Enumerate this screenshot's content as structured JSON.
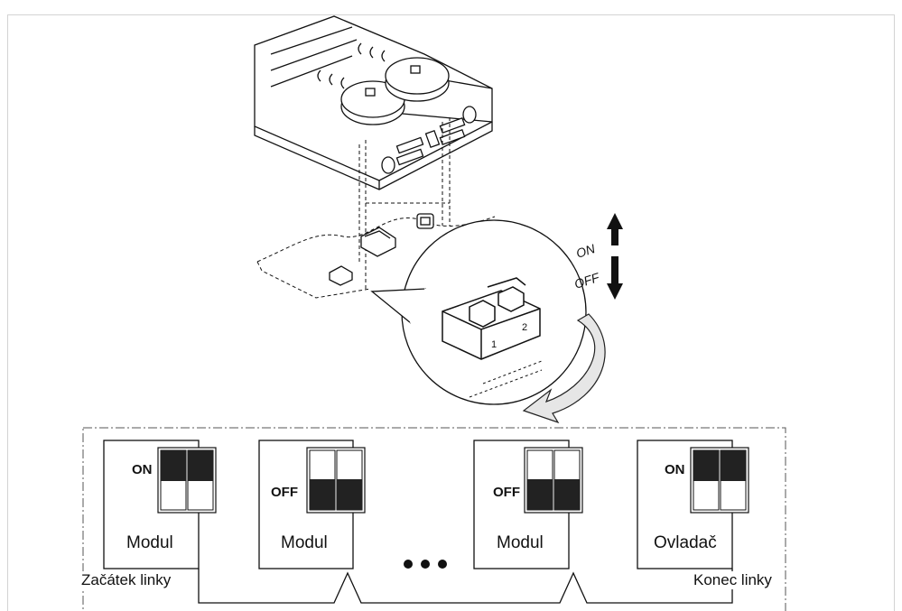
{
  "diagram": {
    "switch_labels": {
      "on": "ON",
      "off": "OFF",
      "pos1": "1",
      "pos2": "2"
    },
    "modules": [
      {
        "state": "ON",
        "name": "Modul"
      },
      {
        "state": "OFF",
        "name": "Modul"
      },
      {
        "state": "OFF",
        "name": "Modul"
      },
      {
        "state": "ON",
        "name": "Ovladač"
      }
    ],
    "line_start": "Začátek linky",
    "line_end": "Konec linky",
    "colors": {
      "ink": "#111111",
      "arrow_fill": "#e6e6e6",
      "frame": "#d3d3d3"
    }
  }
}
